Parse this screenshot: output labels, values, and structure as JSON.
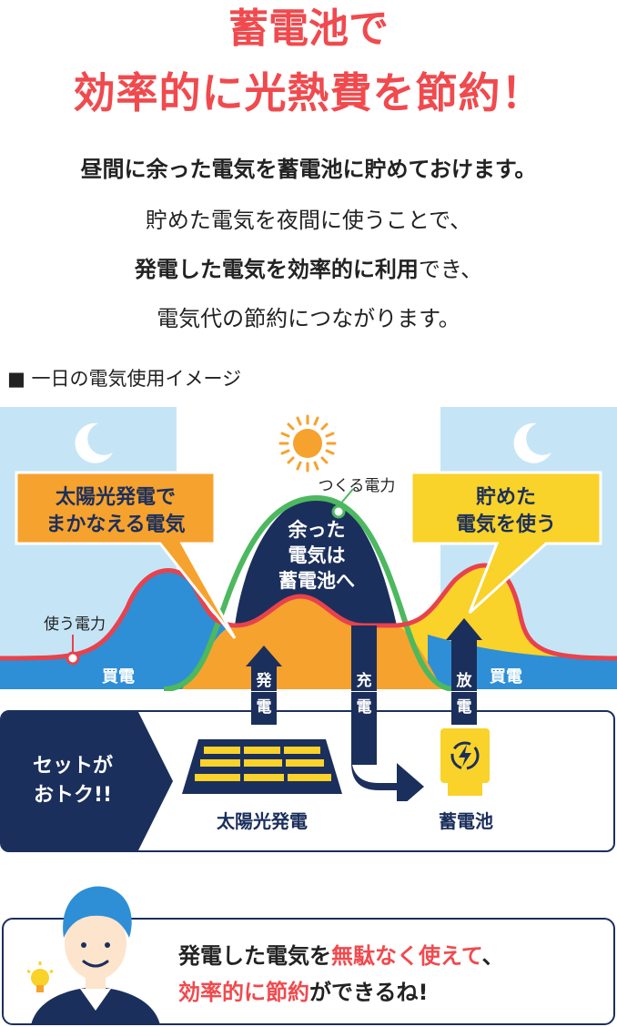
{
  "header": {
    "title_line1": "蓄電池で",
    "title_line2": "効率的に光熱費を節約！"
  },
  "intro": {
    "line1": "昼間に余った電気を蓄電池に貯めておけます。",
    "line2": "貯めた電気を夜間に使うことで、",
    "line3_bold": "発電した電気を効率的に利用",
    "line3_rest": "でき、",
    "line4": "電気代の節約につながります。"
  },
  "caption": "■ 一日の電気使用イメージ",
  "diagram": {
    "callout_left": [
      "太陽光発電で",
      "まかなえる電気"
    ],
    "callout_right": [
      "貯めた",
      "電気を使う"
    ],
    "center_text": [
      "余った",
      "電気は",
      "蓄電池へ"
    ],
    "label_generation": "つくる電力",
    "label_usage": "使う電力",
    "label_buy_left": "買電",
    "label_buy_right": "買電",
    "arrow_generate": [
      "発",
      "電"
    ],
    "arrow_charge": [
      "充",
      "電"
    ],
    "arrow_discharge": [
      "放",
      "電"
    ],
    "colors": {
      "sky": "#c5e5f7",
      "blue": "#2e8fd6",
      "orange": "#f6a22e",
      "yellow": "#f9d22a",
      "navy": "#1b2f5c",
      "green": "#4cb85f",
      "red": "#e8424c"
    }
  },
  "set": {
    "text": [
      "セットが",
      "おトク!!"
    ],
    "solar_label": "太陽光発電",
    "battery_label": "蓄電池",
    "battery_icon": "battery-charge-icon",
    "solar_icon": "solar-panel-icon"
  },
  "bottom": {
    "line1_a": "発電した電気を",
    "line1_b": "無駄なく使えて",
    "line1_c": "、",
    "line2_a": "効率的に節約",
    "line2_b": "ができるね!"
  }
}
